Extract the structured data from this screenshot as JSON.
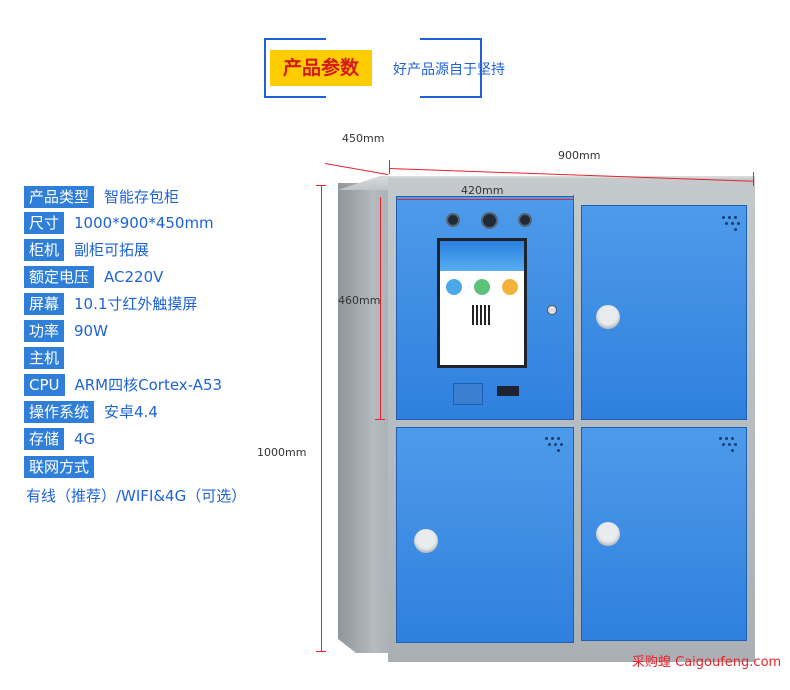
{
  "header": {
    "title": "产品参数",
    "subtitle": "好产品源自于坚持"
  },
  "specs": [
    {
      "label": "产品类型",
      "value": "智能存包柜"
    },
    {
      "label": "尺寸",
      "value": "1000*900*450mm"
    },
    {
      "label": "柜机",
      "value": "副柜可拓展"
    },
    {
      "label": "额定电压",
      "value": "AC220V"
    },
    {
      "label": "屏幕",
      "value": "10.1寸红外触摸屏"
    },
    {
      "label": "功率",
      "value": "90W"
    },
    {
      "label": "主机",
      "value": ""
    },
    {
      "label": "CPU",
      "value": "ARM四核Cortex-A53"
    },
    {
      "label": "操作系统",
      "value": "安卓4.4"
    },
    {
      "label": "存储",
      "value": "4G"
    },
    {
      "label": "联网方式",
      "value": ""
    }
  ],
  "network_value": "有线（推荐）/WIFI&4G（可选）",
  "dimensions": {
    "depth": "450mm",
    "width": "900mm",
    "door_width": "420mm",
    "door_height": "460mm",
    "height": "1000mm"
  },
  "brand": "采购蝗 Caigoufeng.com",
  "colors": {
    "accent": "#2f7fd8",
    "highlight": "#ffcc00",
    "dimension": "#e8232a"
  }
}
